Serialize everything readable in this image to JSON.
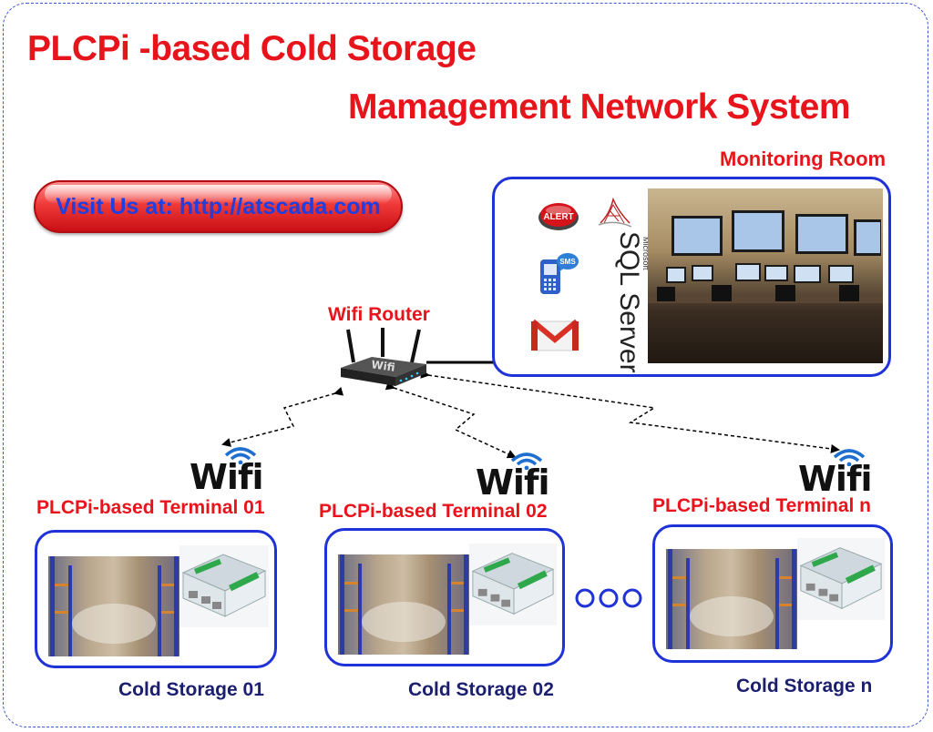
{
  "title": {
    "line1": "PLCPi -based Cold Storage",
    "line2": "Mamagement Network System"
  },
  "visit_button": {
    "label": "Visit Us at: http://atscada.com"
  },
  "monitoring_room": {
    "label": "Monitoring Room",
    "icons": [
      "alert-icon",
      "sms-phone-icon",
      "gmail-icon",
      "sql-server-logo"
    ],
    "sql_logo_text": {
      "vendor": "Microsoft",
      "product": "SQL Server"
    },
    "alert_text": "ALERT",
    "sms_text": "SMS"
  },
  "router": {
    "label": "Wifi Router"
  },
  "wifi_word": "Wifi",
  "terminals": [
    {
      "label": "PLCPi-based Terminal 01",
      "storage": "Cold Storage 01"
    },
    {
      "label": "PLCPi-based Terminal 02",
      "storage": "Cold Storage 02"
    },
    {
      "label": "PLCPi-based Terminal n",
      "storage": "Cold Storage n"
    }
  ],
  "colors": {
    "title": "#e8141b",
    "box_border": "#1e32d8",
    "storage_label": "#1b1f6e",
    "frame": "#3b55d8"
  }
}
